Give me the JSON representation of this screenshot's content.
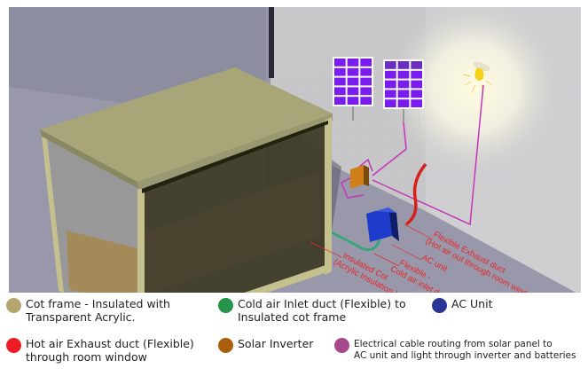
{
  "diagram": {
    "callouts": [
      {
        "id": "exhaust",
        "lines": [
          "Flexible Exhaust duct",
          "(Hot air out through room window)"
        ]
      },
      {
        "id": "ac",
        "lines": [
          "AC unit"
        ]
      },
      {
        "id": "inlet",
        "lines": [
          "Flexible -",
          "Cold air inlet duct"
        ]
      },
      {
        "id": "cot",
        "lines": [
          "Insulated Cot",
          "(Acrylic Insulation )"
        ]
      }
    ],
    "solar_panel_grid": {
      "rows": 5,
      "cols": 3
    }
  },
  "legend": {
    "items": [
      {
        "label": "Cot frame - Insulated with\nTransparent  Acrylic.",
        "color": "#b5a66f"
      },
      {
        "label": "Cold air Inlet duct (Flexible) to\nInsulated cot frame",
        "color": "#25944a"
      },
      {
        "label": "AC Unit",
        "color": "#2b3595"
      },
      {
        "label": "Hot air Exhaust duct (Flexible)\nthrough room window",
        "color": "#ee1c25"
      },
      {
        "label": "Solar Inverter",
        "color": "#a95e0c"
      },
      {
        "label": "Electrical cable routing from solar panel to\nAC unit and light through inverter and batteries",
        "color": "#a8478b"
      }
    ]
  }
}
